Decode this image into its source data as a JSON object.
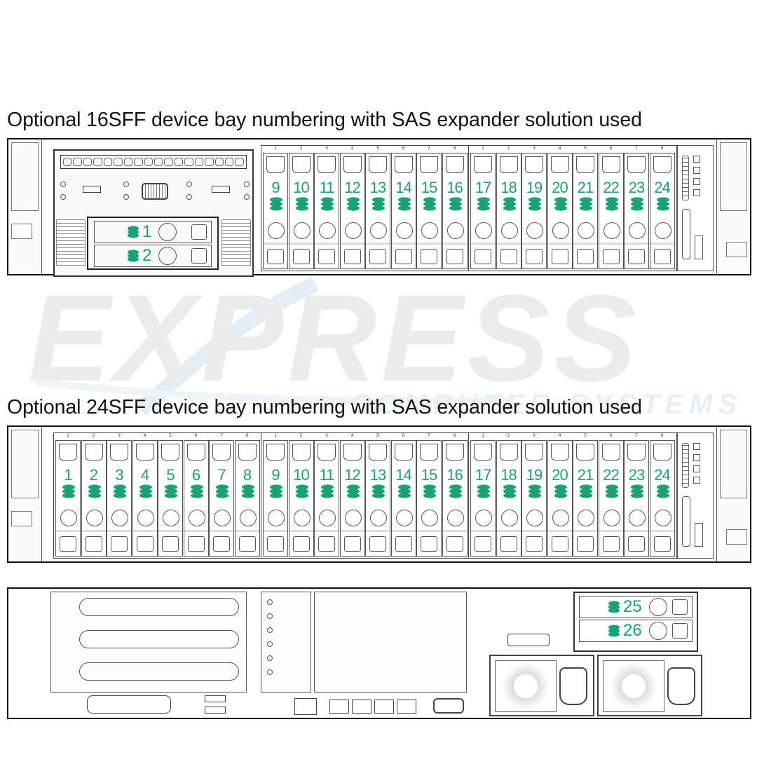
{
  "captions": {
    "top": "Optional 16SFF device bay numbering with SAS expander solution used",
    "middle": "Optional 24SFF device bay numbering with SAS expander solution used"
  },
  "watermark": {
    "main": "EXPRESS",
    "sub": "COMPUTER SYSTEMS",
    "color": "#ececec",
    "accent": "#dceaf4"
  },
  "colors": {
    "bay_number": "#17a37a",
    "outline": "#111111"
  },
  "front_16sff": {
    "optical_bays": [
      {
        "number": "1"
      },
      {
        "number": "2"
      }
    ],
    "drive_groups": [
      {
        "box_labels": [
          "1",
          "2",
          "3",
          "4",
          "5",
          "6",
          "7",
          "8"
        ],
        "bays": [
          "9",
          "10",
          "11",
          "12",
          "13",
          "14",
          "15",
          "16"
        ]
      },
      {
        "box_labels": [
          "1",
          "2",
          "3",
          "4",
          "5",
          "6",
          "7",
          "8"
        ],
        "bays": [
          "17",
          "18",
          "19",
          "20",
          "21",
          "22",
          "23",
          "24"
        ]
      }
    ]
  },
  "front_24sff": {
    "drive_groups": [
      {
        "box_labels": [
          "1",
          "2",
          "3",
          "4",
          "5",
          "6",
          "7",
          "8"
        ],
        "bays": [
          "1",
          "2",
          "3",
          "4",
          "5",
          "6",
          "7",
          "8"
        ]
      },
      {
        "box_labels": [
          "1",
          "2",
          "3",
          "4",
          "5",
          "6",
          "7",
          "8"
        ],
        "bays": [
          "9",
          "10",
          "11",
          "12",
          "13",
          "14",
          "15",
          "16"
        ]
      },
      {
        "box_labels": [
          "1",
          "2",
          "3",
          "4",
          "5",
          "6",
          "7",
          "8"
        ],
        "bays": [
          "17",
          "18",
          "19",
          "20",
          "21",
          "22",
          "23",
          "24"
        ]
      }
    ]
  },
  "rear": {
    "rear_bays": [
      {
        "number": "25"
      },
      {
        "number": "26"
      }
    ],
    "ports": [
      "usb3-a",
      "usb3-b",
      "ilo",
      "nic-1",
      "nic-2",
      "nic-3",
      "nic-4",
      "vga",
      "dedicated-port"
    ],
    "power_supplies": [
      "psu-1",
      "psu-2"
    ]
  }
}
